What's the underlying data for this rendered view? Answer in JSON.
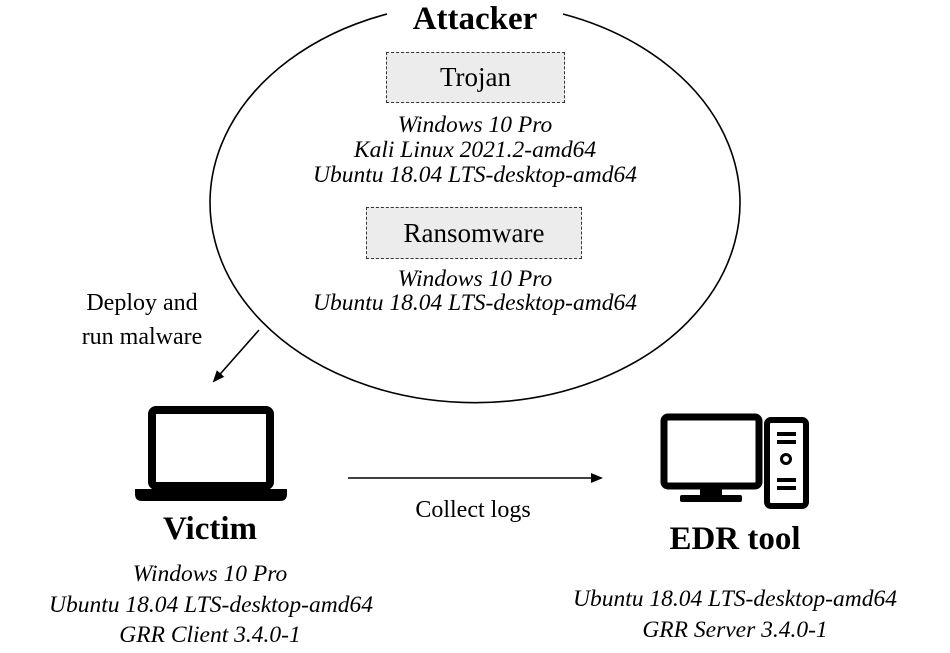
{
  "attacker": {
    "title": "Attacker",
    "trojan": {
      "label": "Trojan",
      "os": [
        "Windows 10 Pro",
        "Kali Linux 2021.2-amd64",
        "Ubuntu 18.04 LTS-desktop-amd64"
      ]
    },
    "ransomware": {
      "label": "Ransomware",
      "os": [
        "Windows 10 Pro",
        "Ubuntu 18.04 LTS-desktop-amd64"
      ]
    }
  },
  "edge_deploy": {
    "label_line1": "Deploy and",
    "label_line2": "run malware"
  },
  "victim": {
    "title": "Victim",
    "specs": [
      "Windows 10 Pro",
      "Ubuntu 18.04 LTS-desktop-amd64",
      "GRR Client 3.4.0-1"
    ],
    "icon": "laptop-icon"
  },
  "edge_collect": {
    "label": "Collect logs"
  },
  "edr": {
    "title": "EDR tool",
    "specs": [
      "Ubuntu 18.04 LTS-desktop-amd64",
      "GRR Server 3.4.0-1"
    ],
    "icon": "desktop-computer-icon"
  }
}
